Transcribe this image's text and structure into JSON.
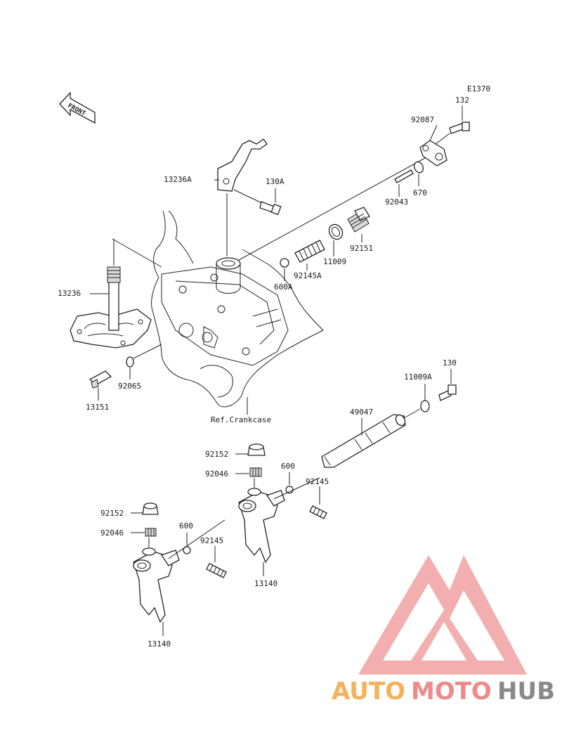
{
  "diagram_code": "E1370",
  "front_arrow": "FRONT",
  "crankcase_ref": "Ref.Crankcase",
  "labels": {
    "p132": "132",
    "p92087": "92087",
    "p13236A": "13236A",
    "p130A": "130A",
    "p670": "670",
    "p92043": "92043",
    "p92151": "92151",
    "p11009": "11009",
    "p92145A": "92145A",
    "p600A": "600A",
    "p13236": "13236",
    "p92065": "92065",
    "p13151": "13151",
    "p130": "130",
    "p11009A": "11009A",
    "p49047": "49047",
    "p92152a": "92152",
    "p92046a": "92046",
    "p600a": "600",
    "p92145a": "92145",
    "p13140a": "13140",
    "p92152b": "92152",
    "p92046b": "92046",
    "p600b": "600",
    "p92145b": "92145",
    "p13140b": "13140"
  },
  "watermark": {
    "part1": "AUTO",
    "part2": "MOTO",
    "part3": "HUB",
    "color_orange": "#f5b25a",
    "color_red": "#ef8a8a",
    "color_gray": "#8a8a8a"
  }
}
